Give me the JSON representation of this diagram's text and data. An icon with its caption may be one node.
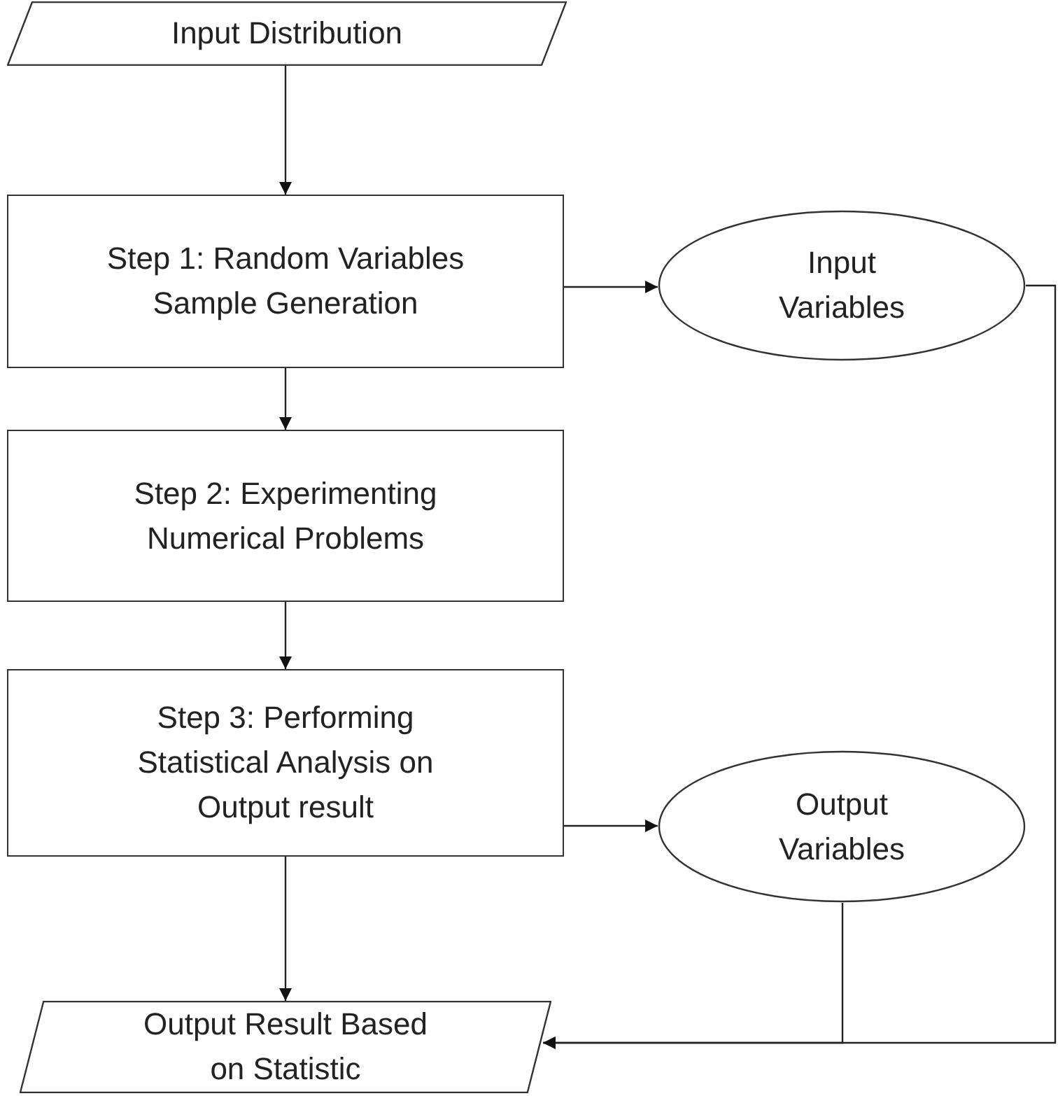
{
  "diagram": {
    "nodes": [
      {
        "text": [
          "Input Distribution"
        ]
      },
      {
        "text": [
          "Step 1: Random Variables Sample Generation"
        ]
      },
      {
        "text": [
          "Input Variables"
        ]
      },
      {
        "text": [
          "Step 2: Experimenting Numerical Problems"
        ]
      },
      {
        "text": [
          "Step 3: Performing Statistical Analysis on Output result"
        ]
      },
      {
        "text": [
          "Output Variables"
        ]
      },
      {
        "text": [
          "Output Result Based on Statistic"
        ]
      }
    ],
    "edges": [
      {
        "from": 0,
        "to": 1,
        "arrow": "to"
      },
      {
        "from": 1,
        "to": 2,
        "arrow": "to"
      },
      {
        "from": 1,
        "to": 3,
        "arrow": "to"
      },
      {
        "from": 3,
        "to": 4,
        "arrow": "to"
      },
      {
        "from": 4,
        "to": 5,
        "arrow": "to"
      },
      {
        "from": 4,
        "to": 6,
        "arrow": "to"
      },
      {
        "from": 5,
        "to": 6,
        "arrow": "to"
      },
      {
        "from": 2,
        "to": 6,
        "arrow": "to"
      }
    ]
  }
}
